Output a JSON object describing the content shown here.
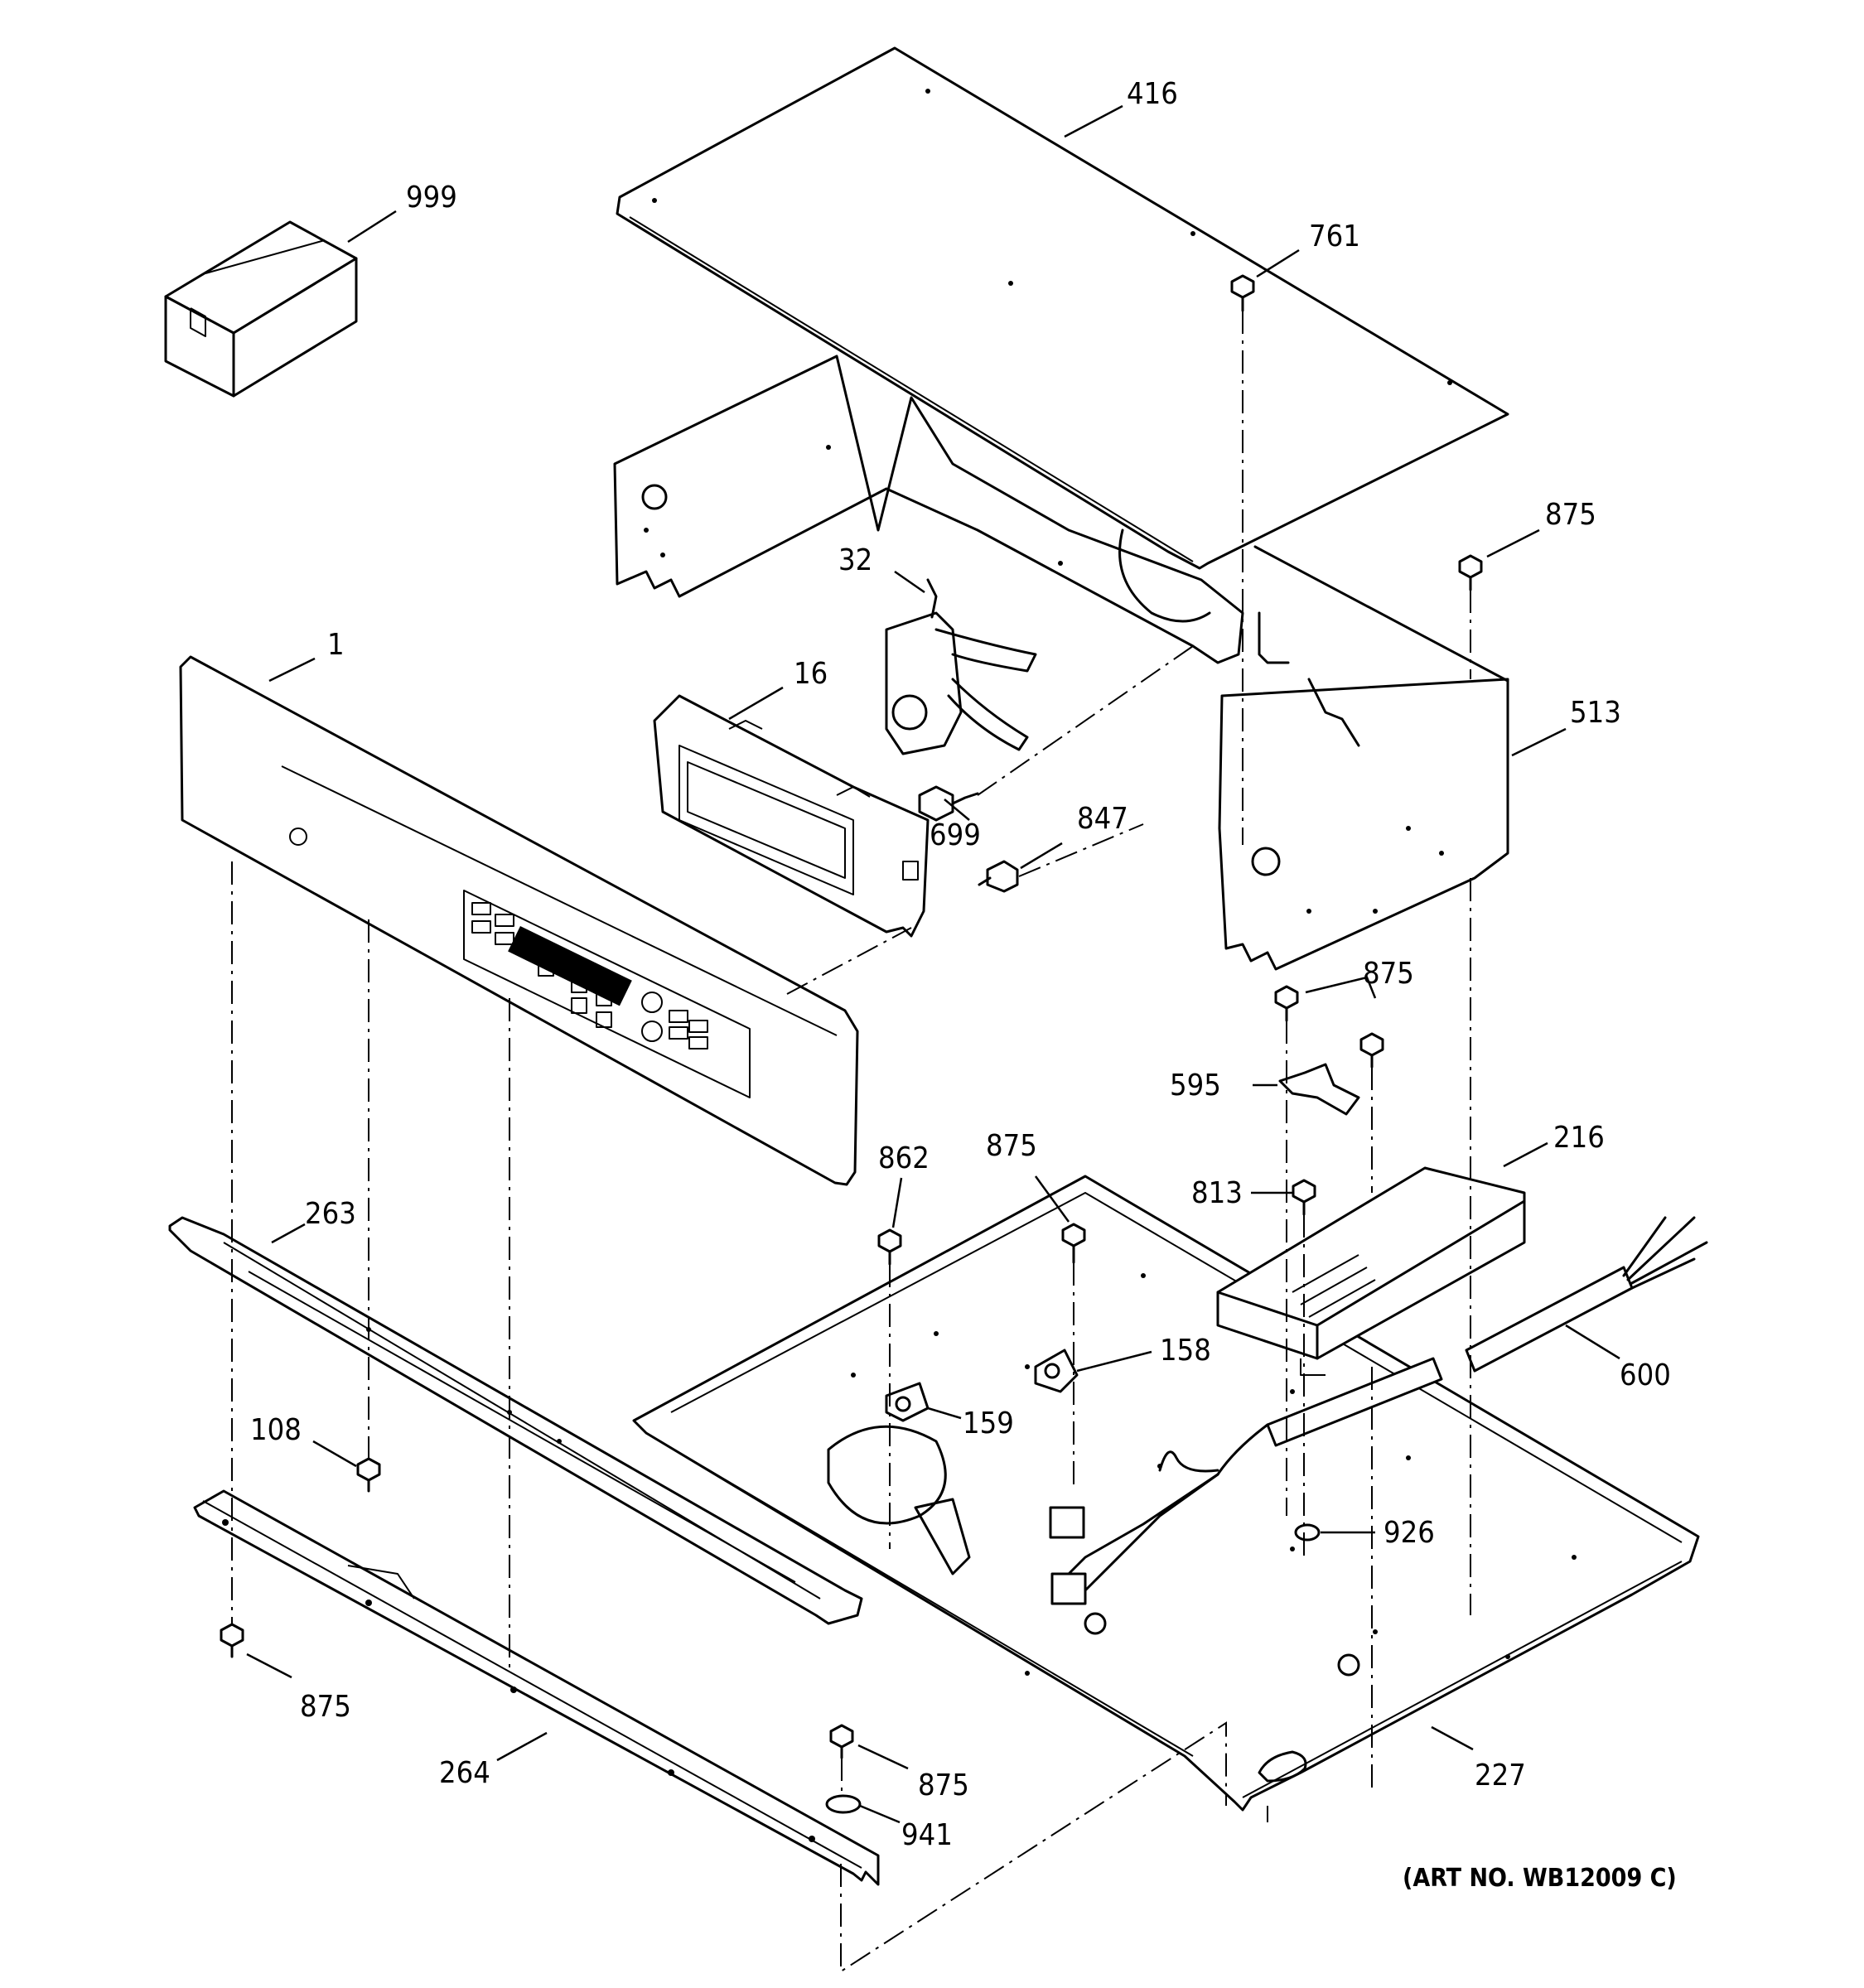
{
  "labels": {
    "p416": "416",
    "p999": "999",
    "p761": "761",
    "p875_top": "875",
    "p32": "32",
    "p1": "1",
    "p16": "16",
    "p513": "513",
    "p699": "699",
    "p847": "847",
    "p875_mid": "875",
    "p595": "595",
    "p875_c": "875",
    "p862": "862",
    "p216": "216",
    "p813": "813",
    "p263": "263",
    "p158": "158",
    "p600": "600",
    "p108": "108",
    "p159": "159",
    "p926": "926",
    "p875_bl": "875",
    "p264": "264",
    "p875_br": "875",
    "p227": "227",
    "p941": "941"
  },
  "art_number": "(ART NO. WB12009 C)"
}
